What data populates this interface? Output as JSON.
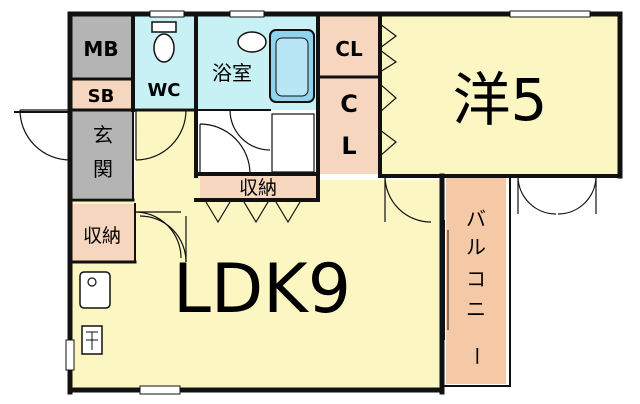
{
  "rooms": {
    "mb": "MB",
    "wc": "WC",
    "bath": "浴室",
    "cl_top": "CL",
    "cl_mid_c": "C",
    "cl_mid_l": "L",
    "western": "洋5",
    "sb": "SB",
    "entrance_1": "玄",
    "entrance_2": "関",
    "storage_hall": "収納",
    "storage_left": "収納",
    "ldk": "LDK9",
    "balcony_1": "バ",
    "balcony_2": "ル",
    "balcony_3": "コ",
    "balcony_4": "ニ",
    "balcony_5": "ー"
  },
  "colors": {
    "wall": "#111111",
    "western": "#fbf6c2",
    "ldk": "#fbf6c2",
    "bath": "#c8f1f6",
    "storage": "#f7d6bf",
    "balcony": "#f5c9a6",
    "gray": "#b4b4b4",
    "bathtub": "#8fd3ec"
  }
}
